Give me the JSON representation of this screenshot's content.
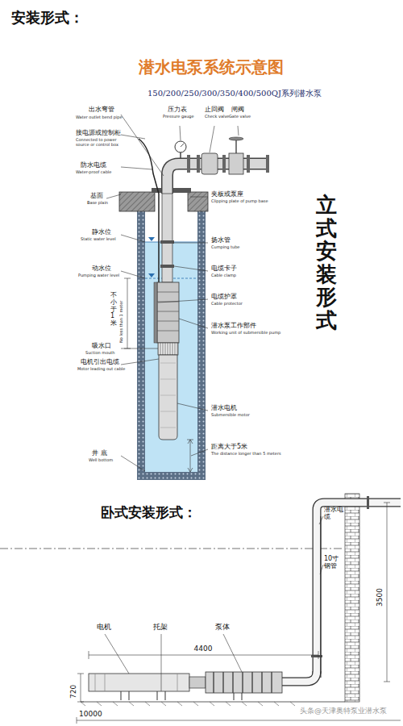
{
  "diagram": {
    "title": "安装形式：",
    "labels": [
      "潜水电泵系统示意图",
      "150/200/250/300/350/400/500QJ系列潜水泵",
      "出水弯管",
      "Water outlet bend pipe",
      "压力表",
      "Pressure gauge",
      "止回阀",
      "Check valve",
      "闸阀",
      "Gate valve",
      "接电源或控制柜",
      "Connected to power source or control box",
      "防水电缆",
      "Water-proof cable",
      "基面",
      "Base plain",
      "夹板或泵座",
      "Clipping plate of pump base",
      "静水位",
      "Static water level",
      "扬水管",
      "Cumping tube",
      "动水位",
      "Pumping water level",
      "电缆卡子",
      "Cable clamp",
      "不小于1米",
      "No less than 1 meter",
      "电缆护罩",
      "Cable protector",
      "潜水泵工作部件",
      "Working unit of submersible pump",
      "吸水口",
      "Suction mouth",
      "电机引出电缆",
      "Motor leading out cable",
      "潜水电机",
      "Submersible motor",
      "井 底",
      "Well bottom",
      "距离大于5米",
      "The distance longer than 5 meters",
      "立式安装形式",
      "卧式安装形式：",
      "潜水电缆",
      "10寸钢管",
      "电机",
      "托架",
      "泵体",
      "4400",
      "3500",
      "720",
      "10000",
      "头条@天津奥特泵业潜水泵"
    ]
  }
}
